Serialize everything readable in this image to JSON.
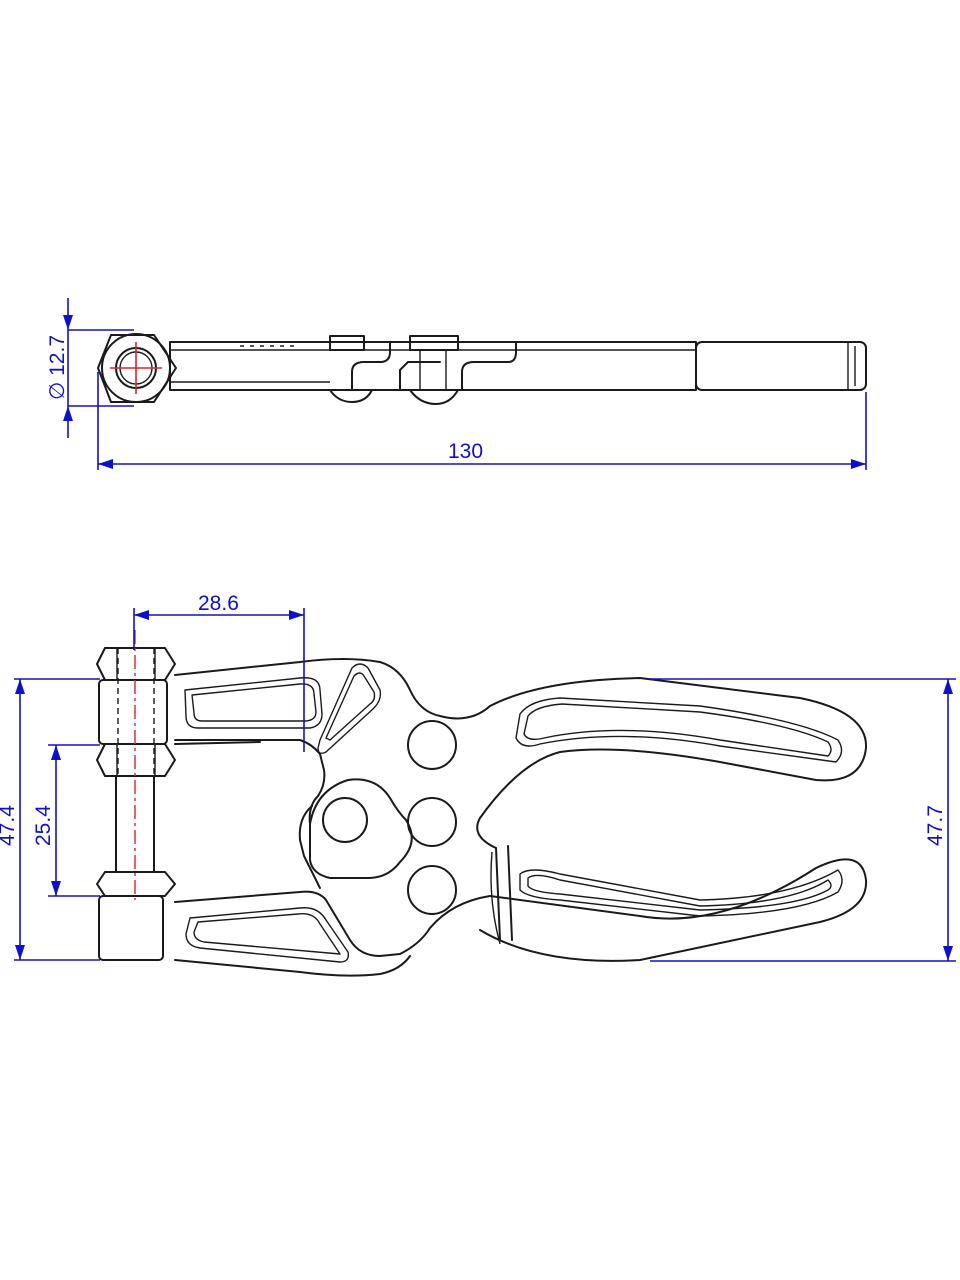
{
  "colors": {
    "outline": "#1a1a1a",
    "dimension": "#1010c8",
    "centerline": "#e0202a"
  },
  "dimensions": {
    "diameter": "∅ 12.7",
    "overall_length": "130",
    "spindle_offset": "28.6",
    "spindle_height": "47.4",
    "spindle_spacing": "25.4",
    "handle_height": "47.7"
  }
}
